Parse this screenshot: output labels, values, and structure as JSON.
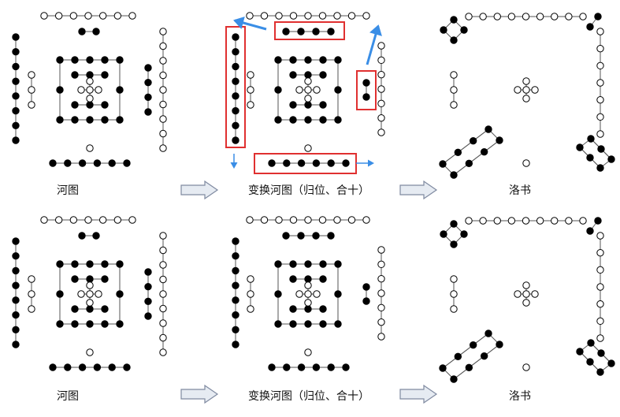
{
  "captions": {
    "hetu": "河图",
    "transform": "变换河图（归位、合十）",
    "luoshu": "洛书"
  },
  "colors": {
    "dot_fill_black": "#000000",
    "dot_fill_white": "#ffffff",
    "line": "#555555",
    "highlight_box": "#e03030",
    "arrow_blue": "#3a8ee6",
    "arrow_gray_fill": "#e6ebf2",
    "arrow_gray_stroke": "#7f8aa0"
  }
}
